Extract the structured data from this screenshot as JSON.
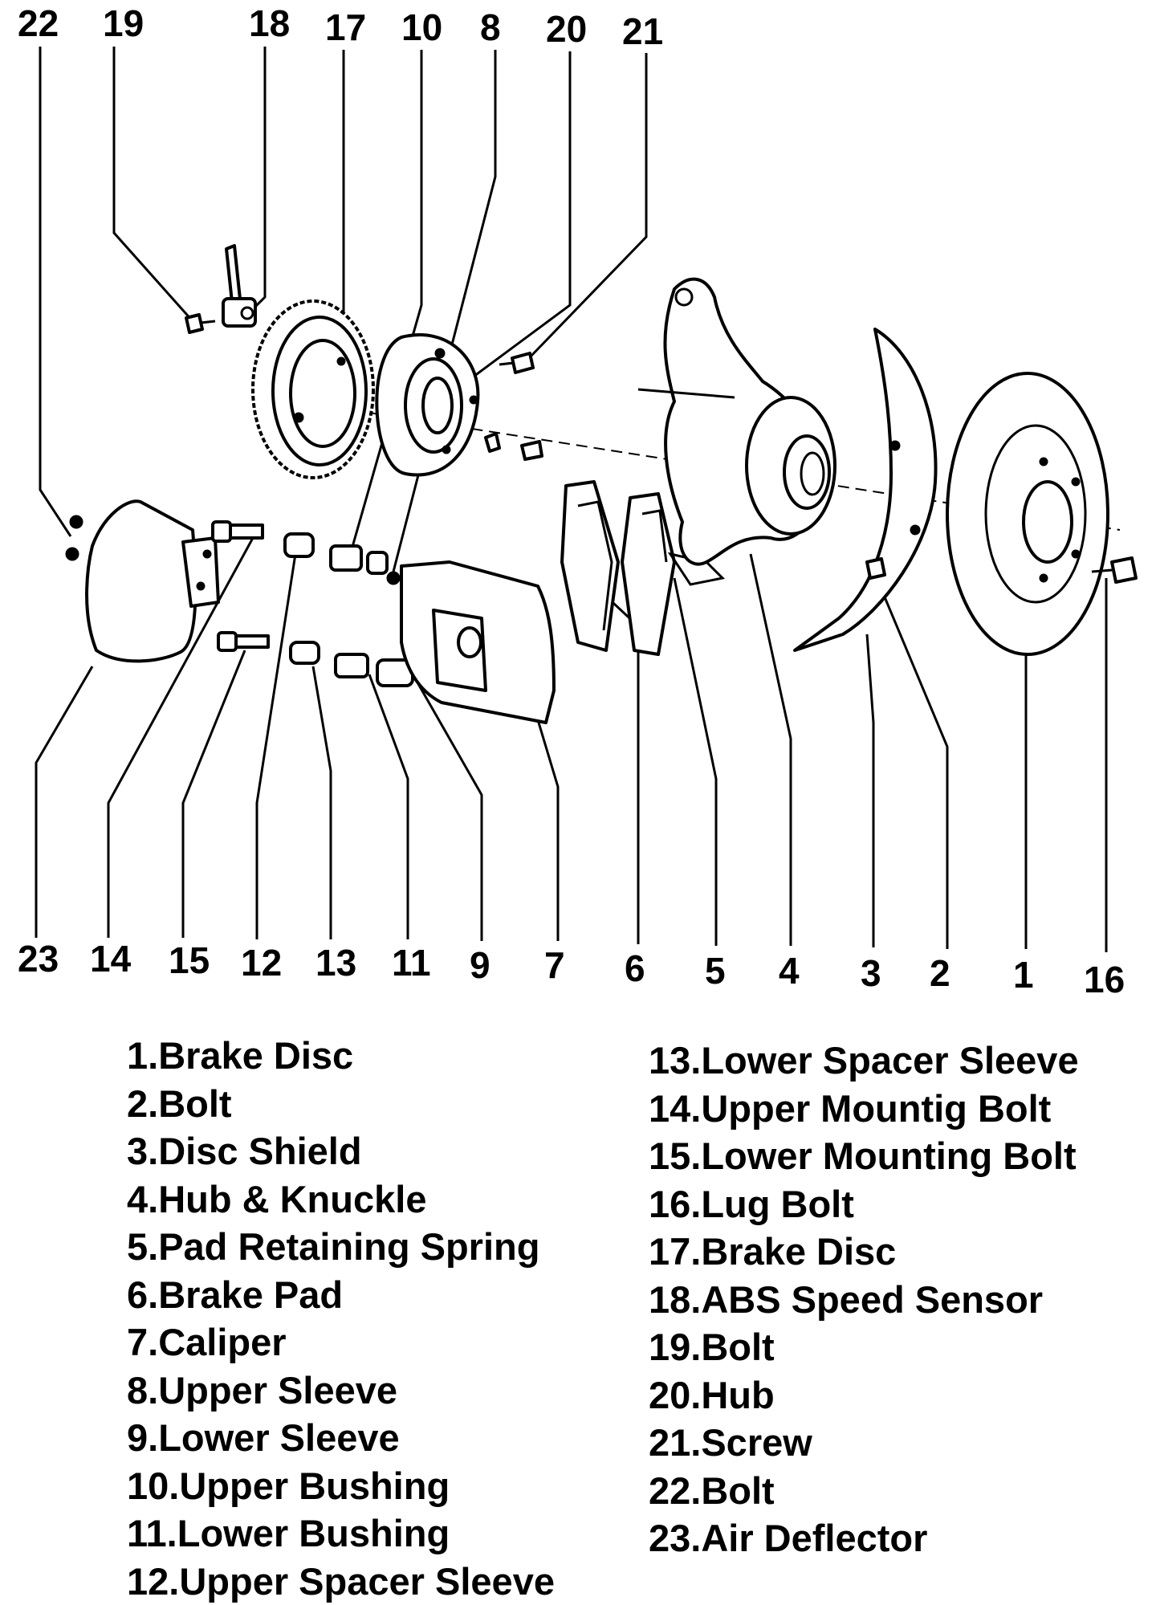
{
  "callouts_top": [
    "22",
    "19",
    "18",
    "17",
    "10",
    "8",
    "20",
    "21"
  ],
  "callouts_bottom": [
    "23",
    "14",
    "15",
    "12",
    "13",
    "11",
    "9",
    "7",
    "6",
    "5",
    "4",
    "3",
    "2",
    "1",
    "16"
  ],
  "legend": {
    "left": [
      "1.Brake Disc",
      "2.Bolt",
      "3.Disc Shield",
      "4.Hub & Knuckle",
      "5.Pad Retaining Spring",
      "6.Brake Pad",
      "7.Caliper",
      "8.Upper Sleeve",
      "9.Lower Sleeve",
      "10.Upper Bushing",
      "11.Lower Bushing",
      "12.Upper Spacer Sleeve"
    ],
    "right": [
      "13.Lower Spacer Sleeve",
      "14.Upper Mountig Bolt",
      "15.Lower Mounting Bolt",
      "16.Lug Bolt",
      "17.Brake Disc",
      "18.ABS Speed Sensor",
      "19.Bolt",
      "20.Hub",
      "21.Screw",
      "22.Bolt",
      "23.Air Deflector"
    ]
  }
}
